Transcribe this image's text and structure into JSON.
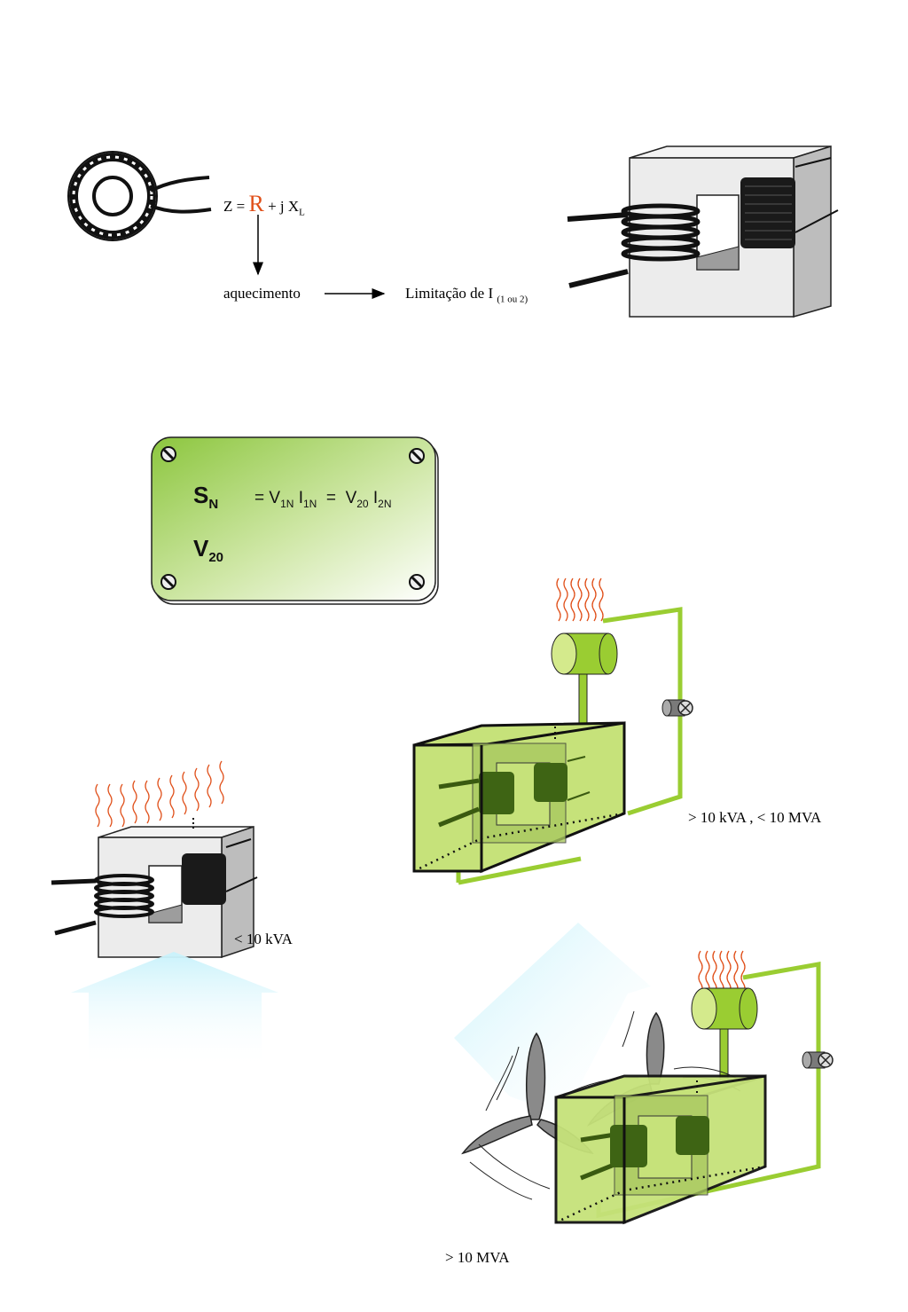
{
  "top": {
    "impedance": {
      "prefix": "Z =",
      "r": "R",
      "middle": "+ j X",
      "sub_l": "L"
    },
    "heating": "aquecimento",
    "limitation": {
      "text": "Limitação de I",
      "sub": "(1 ou 2)"
    }
  },
  "plate": {
    "sn": {
      "main": "S",
      "sub": "N"
    },
    "v20": {
      "main": "V",
      "sub": "20"
    },
    "equation": {
      "eq1": "=",
      "v1": "V",
      "v1_sub": "1N",
      "i1": "I",
      "i1_sub": "1N",
      "eq2": "=",
      "v2": "V",
      "v2_sub": "20",
      "i2": "I",
      "i2_sub": "2N"
    }
  },
  "ratings": {
    "small": "< 10 kVA",
    "medium": "> 10 kVA ,  < 10 MVA",
    "large": "> 10 MVA"
  },
  "colors": {
    "accent_red": "#e0501a",
    "tank_green": "#c6e27a",
    "pipe_green": "#9acd32",
    "cool_cyan": "#dff8fd"
  }
}
